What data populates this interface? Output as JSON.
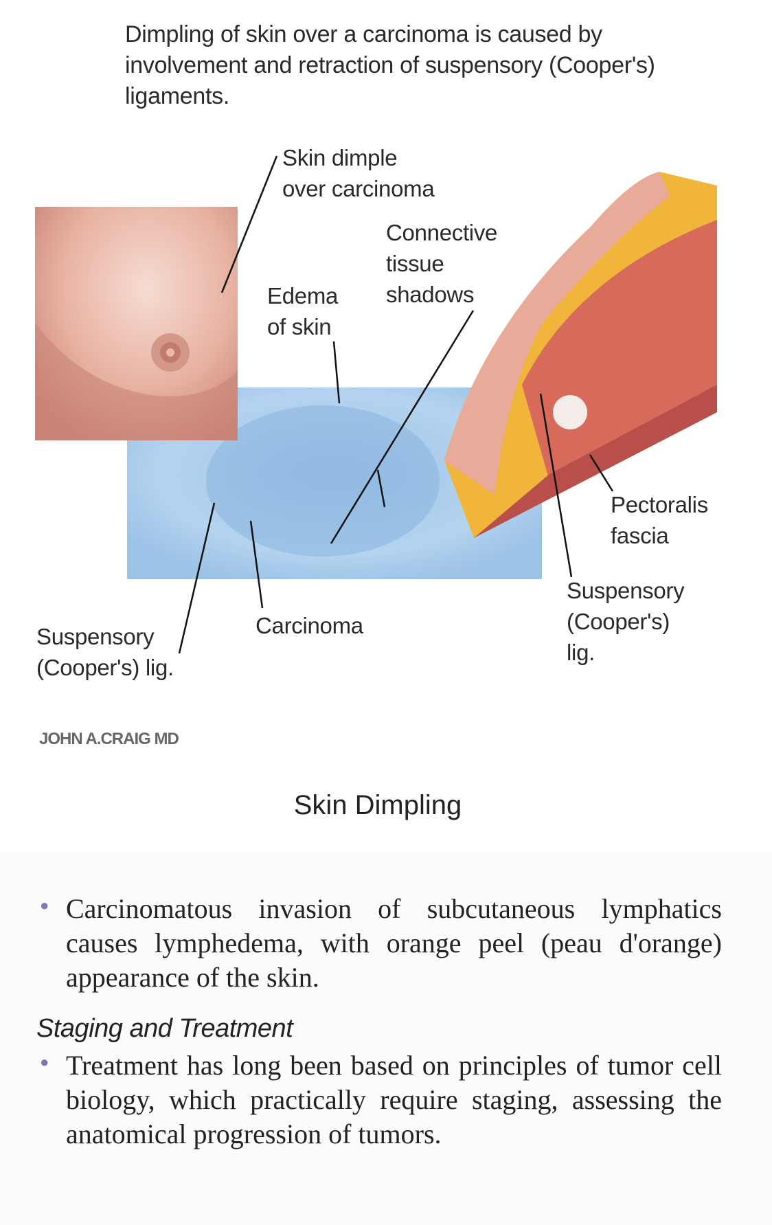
{
  "figure": {
    "intro_text": "Dimpling of skin over a carcinoma is caused by involvement and retraction of suspensory (Cooper's) ligaments.",
    "labels": {
      "skin_dimple": "Skin dimple\nover carcinoma",
      "connective_tissue": "Connective\ntissue\nshadows",
      "edema": "Edema\nof skin",
      "pectoralis": "Pectoralis\nfascia",
      "suspensory_right": "Suspensory\n(Cooper's)\nlig.",
      "suspensory_left": "Suspensory\n(Cooper's) lig.",
      "carcinoma": "Carcinoma"
    },
    "signature": "JOHN A.CRAIG MD",
    "caption": "Skin Dimpling"
  },
  "body": {
    "bullet_1": "Carcinomatous invasion of subcutaneous lymphatics causes lymphedema, with orange peel (peau d'orange) appearance of the skin.",
    "subheading": "Staging and Treatment",
    "bullet_2": "Treatment has long been based on principles of tumor cell biology, which practically require staging, assessing the anatomical progression of tumors."
  },
  "colors": {
    "bullet": "#7a7ab8",
    "mammogram": "#8fb8e0",
    "skin": "#e9b3a3",
    "fat": "#f0b53a"
  }
}
